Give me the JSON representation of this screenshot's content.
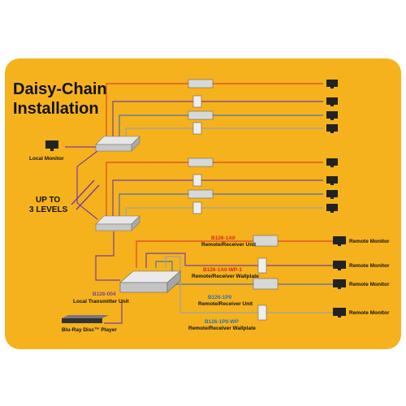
{
  "title_line1": "Daisy-Chain",
  "title_line2": "Installation",
  "levels_line1": "UP TO",
  "levels_line2": "3 LEVELS",
  "local_monitor": "Local Monitor",
  "transmitter": {
    "model": "B126-004",
    "name": "Local Transmitter Unit"
  },
  "player": "Blu-Ray Disc™ Player",
  "receivers": [
    {
      "model": "B126-1A0",
      "name": "Remote/Receiver Unit",
      "model_color": "#d7261e"
    },
    {
      "model": "B126-1A0-WP-1",
      "name": "Remote/Receiver Wallplate",
      "model_color": "#d7261e"
    },
    {
      "model": "B126-1P0",
      "name": "Remote/Receiver Unit",
      "model_color": "#2a6fb8"
    },
    {
      "model": "B126-1P0-WP",
      "name": "Remote/Receiver Wallplate",
      "model_color": "#2a6fb8"
    }
  ],
  "remote_monitor": "Remote Monitor",
  "colors": {
    "background": "#f5b21c",
    "cable_red": "#e0442b",
    "cable_purple": "#7b3f9b",
    "cable_blue": "#4b72b5",
    "cable_gray": "#9aa3ab"
  }
}
